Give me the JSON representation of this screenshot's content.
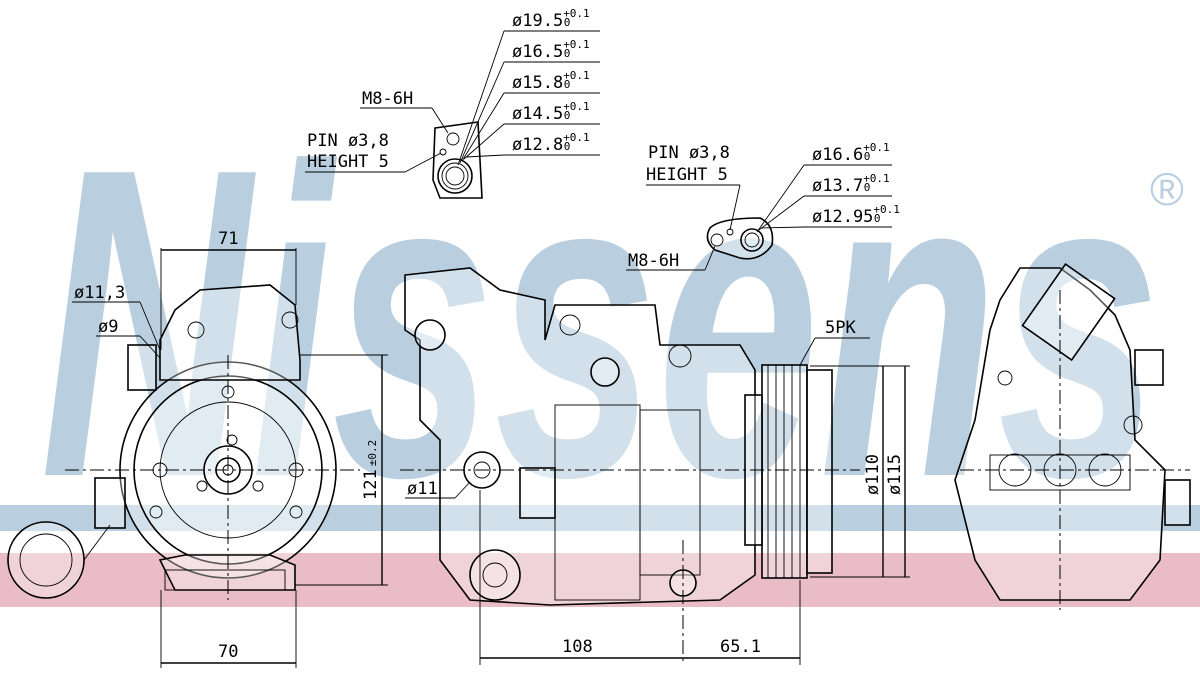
{
  "brand": {
    "name": "Nissens",
    "registered_mark": "®",
    "watermark_color": "#b9cfe0",
    "band_color": "#e9bcc7"
  },
  "suction_port": {
    "thread": "M8-6H",
    "pin_line1": "PIN  ø3,8",
    "pin_line2": "HEIGHT  5",
    "diameters": [
      "ø19.5",
      "ø16.5",
      "ø15.8",
      "ø14.5",
      "ø12.8"
    ],
    "tol_upper": "+0.1",
    "tol_lower": "0"
  },
  "discharge_port": {
    "thread": "M8-6H",
    "pin_line1": "PIN  ø3,8",
    "pin_line2": "HEIGHT  5",
    "diameters": [
      "ø16.6",
      "ø13.7",
      "ø12.95"
    ],
    "tol_upper": "+0.1",
    "tol_lower": "0"
  },
  "front_view": {
    "width_top": "71",
    "width_bottom": "70",
    "hole1": "ø11,3",
    "hole2": "ø9",
    "height": "121",
    "height_tol": "±0.2"
  },
  "side_view": {
    "mount_hole": "ø11",
    "len1": "108",
    "len2": "65.1",
    "pulley": "5PK",
    "d1": "ø110",
    "d2": "ø115"
  }
}
